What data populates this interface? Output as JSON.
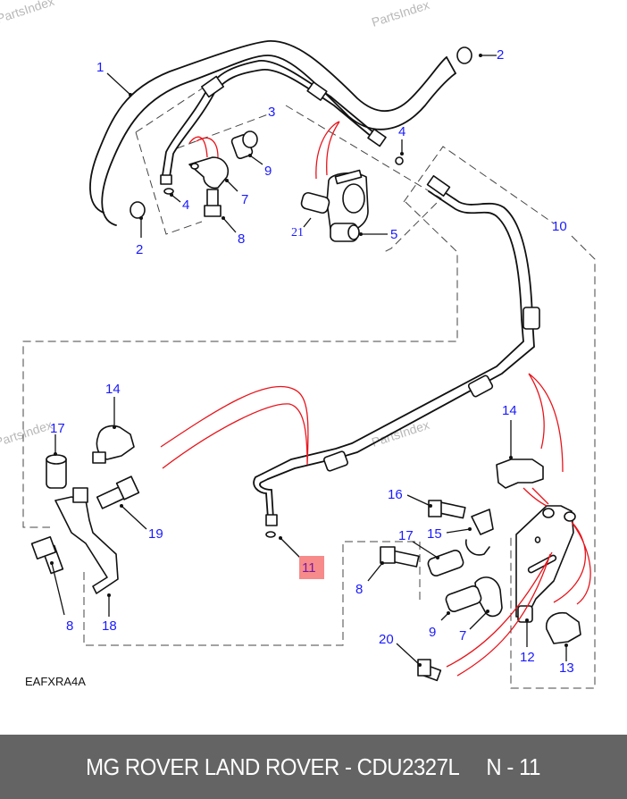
{
  "diagram": {
    "title": "Power steering hoses and brackets",
    "code": "EAFXRA4A",
    "watermark": "PartsIndex",
    "highlighted_callout": "11",
    "callouts": {
      "c1": "1",
      "c2a": "2",
      "c2b": "2",
      "c3": "3",
      "c4a": "4",
      "c4b": "4",
      "c5": "5",
      "c7a": "7",
      "c7b": "7",
      "c8a": "8",
      "c8b": "8",
      "c8c": "8",
      "c9a": "9",
      "c9b": "9",
      "c10": "10",
      "c11": "11",
      "c12": "12",
      "c13": "13",
      "c14a": "14",
      "c14b": "14",
      "c15": "15",
      "c16": "16",
      "c17a": "17",
      "c17b": "17",
      "c18": "18",
      "c19": "19",
      "c20": "20",
      "c21": "21"
    },
    "colors": {
      "callout": "#1a1aff",
      "highlight": "#f78a8a",
      "footer_bg": "#646464",
      "link_lines": "#e8141b"
    }
  },
  "footer": {
    "brand": "MG ROVER LAND ROVER",
    "separator": " - ",
    "part_number": "CDU2327L",
    "page_ref": "N - 11"
  }
}
